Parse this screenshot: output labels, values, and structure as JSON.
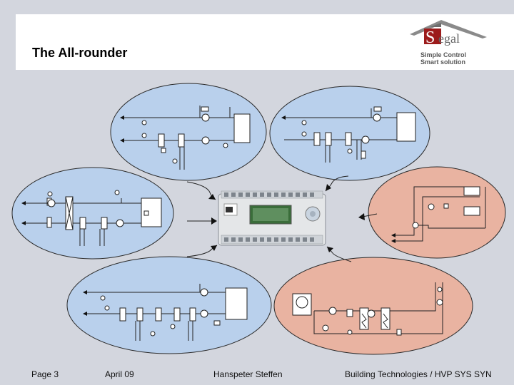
{
  "slide": {
    "title": "The All-rounder"
  },
  "logo": {
    "brand": "Segal",
    "tagline_1": "Simple Control",
    "tagline_2": "Smart solution",
    "colors": {
      "red": "#9c1b1b",
      "roof": "#7a7a7a",
      "text": "#555555"
    }
  },
  "diagram": {
    "colors": {
      "blue_ellipse": "#b9d0ec",
      "salmon_ellipse": "#e9b3a1",
      "line": "#222222",
      "controller": "#e4e6e8",
      "lcd": "#3a6d3a"
    },
    "ellipses": [
      {
        "name": "ahu-top-left",
        "theme": "blue"
      },
      {
        "name": "ahu-top-right",
        "theme": "blue"
      },
      {
        "name": "ahu-mid-left",
        "theme": "blue"
      },
      {
        "name": "hydronic-mid-right",
        "theme": "salmon"
      },
      {
        "name": "ahu-bottom-left",
        "theme": "blue"
      },
      {
        "name": "heating-bottom-right",
        "theme": "salmon"
      }
    ]
  },
  "footer": {
    "page": "Page 3",
    "date": "April 09",
    "author": "Hanspeter Steffen",
    "department": "Building Technologies / HVP SYS SYN"
  }
}
